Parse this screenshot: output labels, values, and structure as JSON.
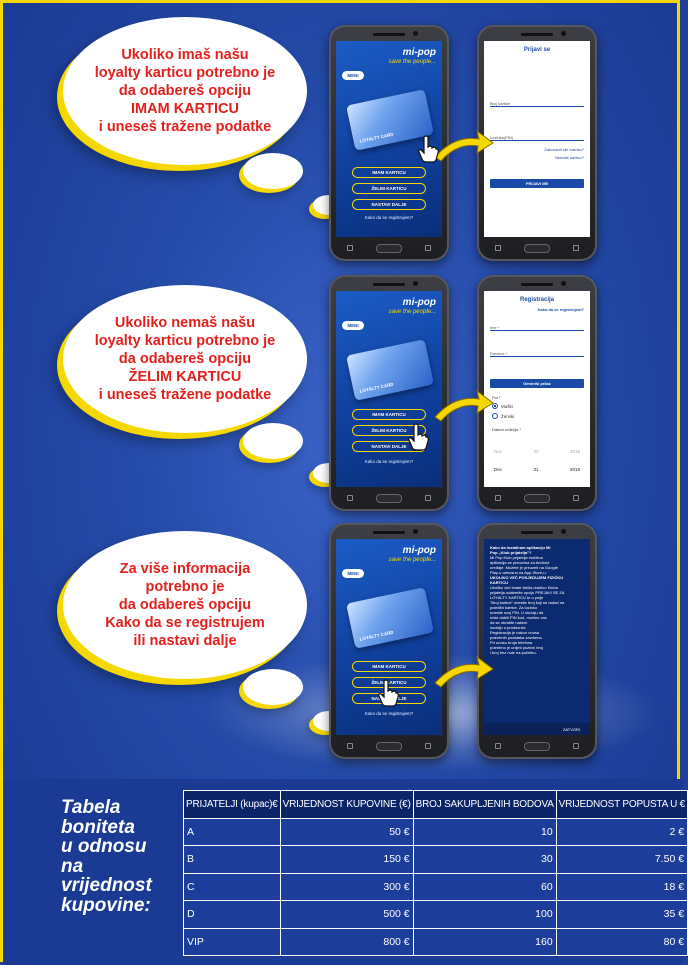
{
  "bubbles": [
    {
      "lines": [
        "Ukoliko imaš našu",
        "loyalty karticu potrebno je",
        "da odabereš opciju",
        "IMAM KARTICU",
        "i uneseš tražene podatke"
      ]
    },
    {
      "lines": [
        "Ukoliko nemaš našu",
        "loyalty karticu potrebno je",
        "da odabereš opciju",
        "ŽELIM KARTICU",
        "i uneseš tražene podatke"
      ]
    },
    {
      "lines": [
        "Za više informacija",
        "potrebno je",
        "da odabereš opciju",
        "Kako da se registrujem",
        "ili nastavi dalje"
      ]
    }
  ],
  "app": {
    "brand": "mi-pop",
    "slogan": "save the people...",
    "menu": "MENI",
    "card_label": "LOYALTY CARD",
    "buttons": [
      "IMAM KARTICU",
      "ŽELIM KARTICU",
      "NASTAVI DALJE"
    ],
    "link": "Kako da se registrujem?"
  },
  "login": {
    "title": "Prijavi se",
    "card_field": "Broj kartice",
    "password_field": "Lozinka(PIN)",
    "forgot": "Zaboravili ste lozinku?",
    "no_card": "Nemate karticu?",
    "submit": "PRIJAVI ME"
  },
  "register": {
    "title": "Registracija",
    "how": "Kako da se registrujem?",
    "name_field": "Ime *",
    "surname_field": "Prezime *",
    "add_btn": "Generiši prilaz",
    "gender_label": "Pol *",
    "male": "Muški",
    "female": "Ženski",
    "dob_label": "Datum rođenja *",
    "dob_prev": [
      "Nov",
      "30",
      "2018"
    ],
    "dob_sel": [
      "Dec",
      "31",
      "2019"
    ]
  },
  "info": {
    "lines": [
      {
        "t": "Kako da instaliram aplikaciju Mi",
        "b": true
      },
      {
        "t": "Pop „Klub prijatelja\"?",
        "b": true
      },
      {
        "t": "Mi Pop Klub prijatelja mobilna",
        "b": false
      },
      {
        "t": "aplikacija se preuzima za Android",
        "b": false
      },
      {
        "t": "uređaje. Možete je preuzeti na Google",
        "b": false
      },
      {
        "t": "Play-u odnosno na App Store-u.",
        "b": false
      },
      {
        "t": "UKOLIKO VEĆ POSJEDUJEM FIZIČKU",
        "b": true
      },
      {
        "t": "KARTICU",
        "b": true
      },
      {
        "t": "Ukoliko već imate fizičku karticu Kluba",
        "b": false
      },
      {
        "t": "prijatelja odaberite opciju PREJAVI SE ZA",
        "b": false
      },
      {
        "t": "LOYALTY KARTICU te u polje",
        "b": false
      },
      {
        "t": "\"Broj kartice\" unesite broj koji se nalazi na",
        "b": false
      },
      {
        "t": "poleđini kartice. Za lozinku",
        "b": false
      },
      {
        "t": "unesite svoj PIN. U slučaju da",
        "b": false
      },
      {
        "t": "niste dobili PIN kod, molimo vas",
        "b": false
      },
      {
        "t": "da se obratite našem",
        "b": false
      },
      {
        "t": "osoblju u prodavnici.",
        "b": false
      },
      {
        "t": "Registracija je nakon unosa",
        "b": false
      },
      {
        "t": "potrebnih podataka završena.",
        "b": false
      },
      {
        "t": "Pri unosu broja telefona",
        "b": false
      },
      {
        "t": "potrebno je unijeti pozivni broj",
        "b": false
      },
      {
        "t": "i broj bez nule na početku.",
        "b": false
      }
    ],
    "footer": "ZATVORI"
  },
  "table": {
    "title_lines": [
      "Tabela",
      "boniteta",
      "u odnosu",
      "na",
      "vrijednost",
      "kupovine:"
    ],
    "headers": [
      "PRIJATELJI (kupac)€",
      "VRIJEDNOST KUPOVINE (€)",
      "BROJ SAKUPLJENIH BODOVA",
      "VRIJEDNOST POPUSTA U €"
    ],
    "rows": [
      [
        "A",
        "50 €",
        "10",
        "2 €"
      ],
      [
        "B",
        "150 €",
        "30",
        "7.50 €"
      ],
      [
        "C",
        "300 €",
        "60",
        "18 €"
      ],
      [
        "D",
        "500 €",
        "100",
        "35 €"
      ],
      [
        "VIP",
        "800 €",
        "160",
        "80 €"
      ]
    ]
  },
  "colors": {
    "background": "#244aa8",
    "border": "#f5d800",
    "bubble_text": "#e2201c",
    "table_header": "#0c2568"
  }
}
